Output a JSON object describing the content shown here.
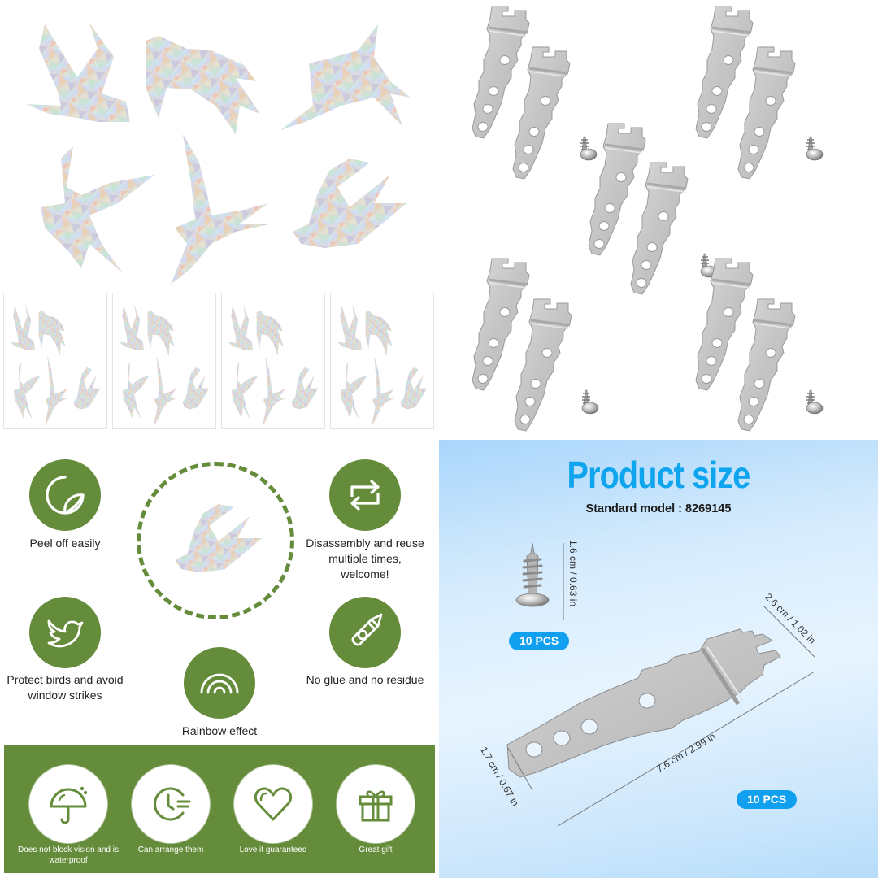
{
  "panels": {
    "stickers": {
      "large_birds_count": 6,
      "sheets_count": 4
    },
    "brackets": {
      "pairs_count": 5,
      "screws_count": 5
    },
    "features": {
      "items": [
        {
          "icon": "peel-sticker-icon",
          "label": "Peel off easily"
        },
        {
          "icon": "repeat-arrows-icon",
          "label": "Disassembly and reuse multiple times, welcome!"
        },
        {
          "icon": "bird-icon",
          "label": "Protect birds and avoid window strikes"
        },
        {
          "icon": "glue-bottle-icon",
          "label": "No glue and no residue"
        },
        {
          "icon": "rainbow-icon",
          "label": "Rainbow effect"
        }
      ],
      "band": [
        {
          "icon": "umbrella-icon",
          "label": "Does not block vision and is waterproof"
        },
        {
          "icon": "clock-icon",
          "label": "Can arrange them"
        },
        {
          "icon": "heart-icon",
          "label": "Love it guaranteed"
        },
        {
          "icon": "gift-icon",
          "label": "Great gift"
        }
      ],
      "accent_color": "#648c3a"
    },
    "product_size": {
      "title": "Product size",
      "model": "Standard model : 8269145",
      "screw_length": "1.6 cm / 0.63 in",
      "screw_qty": "10 PCS",
      "bracket_width_top": "2.6 cm / 1.02 in",
      "bracket_length": "7.6 cm / 2.99 in",
      "bracket_width_bottom": "1.7 cm / 0.67 in",
      "bracket_qty": "10 PCS",
      "accent_color": "#0fa4ee"
    }
  }
}
